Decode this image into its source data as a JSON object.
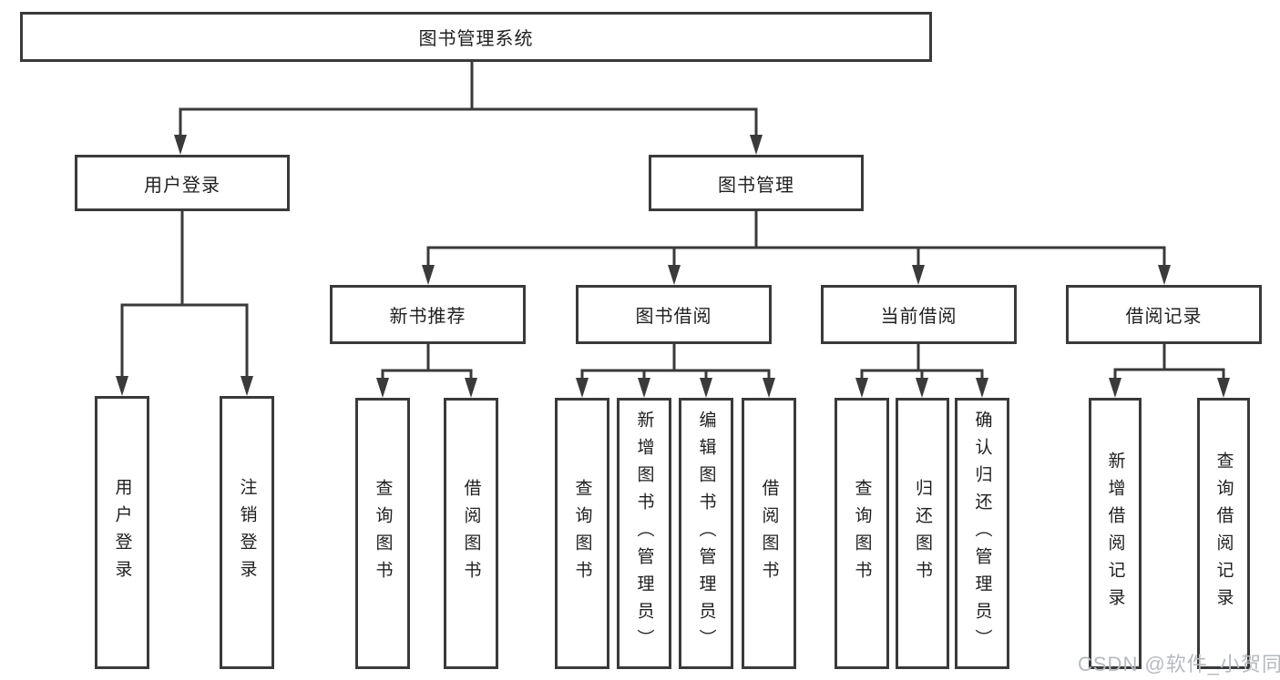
{
  "tree": {
    "label": "图书管理系统",
    "children": [
      {
        "label": "用户登录",
        "children": [
          {
            "label": "用户登录"
          },
          {
            "label": "注销登录"
          }
        ]
      },
      {
        "label": "图书管理",
        "children": [
          {
            "label": "新书推荐",
            "children": [
              {
                "label": "查询图书"
              },
              {
                "label": "借阅图书"
              }
            ]
          },
          {
            "label": "图书借阅",
            "children": [
              {
                "label": "查询图书"
              },
              {
                "label": "新增图书（管理员）"
              },
              {
                "label": "编辑图书（管理员）"
              },
              {
                "label": "借阅图书"
              }
            ]
          },
          {
            "label": "当前借阅",
            "children": [
              {
                "label": "查询图书"
              },
              {
                "label": "归还图书"
              },
              {
                "label": "确认归还（管理员）"
              }
            ]
          },
          {
            "label": "借阅记录",
            "children": [
              {
                "label": "新增借阅记录"
              },
              {
                "label": "查询借阅记录"
              }
            ]
          }
        ]
      }
    ]
  },
  "watermark": "CSDN @软件_小贺同学",
  "colors": {
    "line": "#3a3a3a",
    "border": "#3a3a3a",
    "text": "#1f1f1f",
    "watermark": "#b6babf",
    "background": "#ffffff"
  }
}
